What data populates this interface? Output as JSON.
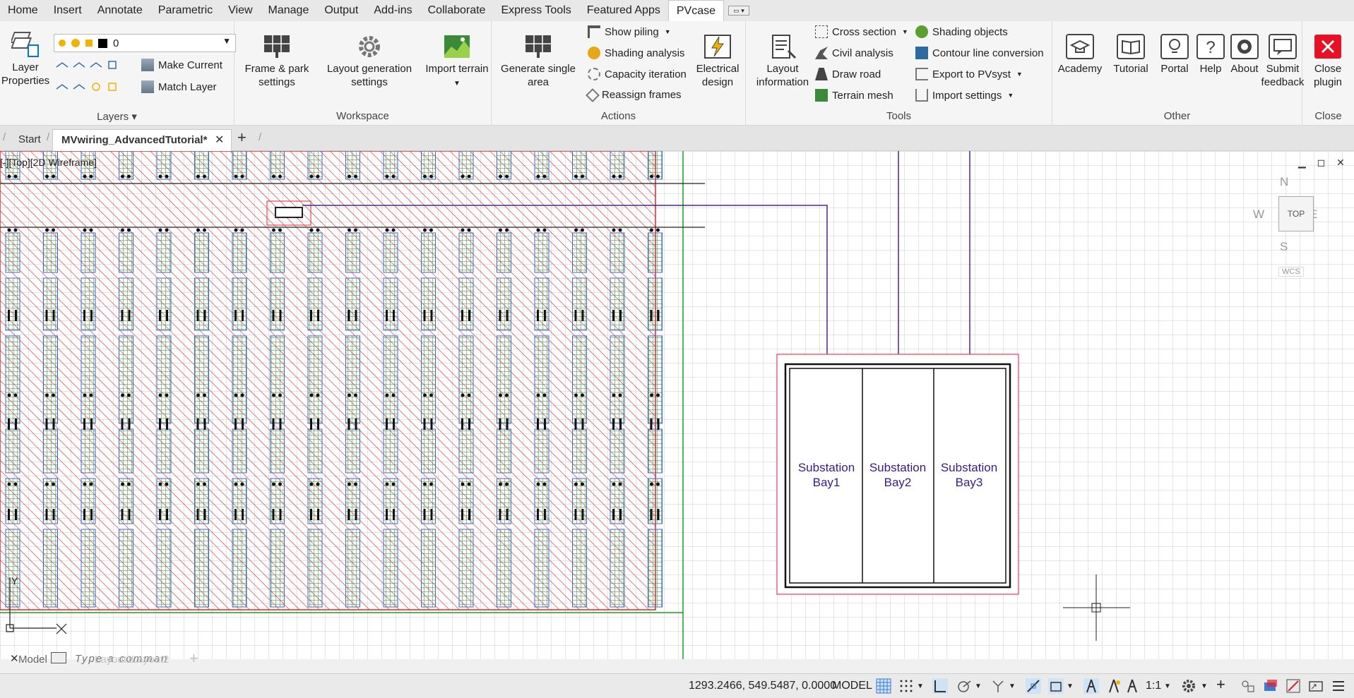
{
  "menu": [
    "Home",
    "Insert",
    "Annotate",
    "Parametric",
    "View",
    "Manage",
    "Output",
    "Add-ins",
    "Collaborate",
    "Express Tools",
    "Featured Apps",
    "PVcase"
  ],
  "menu_active": "PVcase",
  "ribbon": {
    "layers": {
      "title": "Layers",
      "layer_properties": "Layer\nProperties",
      "layer_value": "0",
      "make_current": "Make Current",
      "match_layer": "Match Layer"
    },
    "workspace": {
      "title": "Workspace",
      "frame_park": "Frame & park\nsettings",
      "layout_gen": "Layout generation\nsettings",
      "import_terrain": "Import terrain"
    },
    "actions": {
      "title": "Actions",
      "generate_single": "Generate single\narea",
      "show_piling": "Show piling",
      "shading_analysis": "Shading analysis",
      "capacity_iteration": "Capacity iteration",
      "reassign_frames": "Reassign frames",
      "electrical_design": "Electrical\ndesign"
    },
    "tools": {
      "title": "Tools",
      "layout_information": "Layout\ninformation",
      "cross_section": "Cross section",
      "civil_analysis": "Civil analysis",
      "draw_road": "Draw road",
      "terrain_mesh": "Terrain mesh",
      "shading_objects": "Shading objects",
      "contour_line": "Contour line conversion",
      "export_pvsyst": "Export to PVsyst",
      "import_settings": "Import settings"
    },
    "other": {
      "title": "Other",
      "academy": "Academy",
      "tutorial": "Tutorial",
      "portal": "Portal",
      "help": "Help",
      "about": "About",
      "submit_feedback": "Submit\nfeedback"
    },
    "close": {
      "title": "Close",
      "close_plugin": "Close\nplugin"
    }
  },
  "tabs": {
    "start": "Start",
    "active": "MVwiring_AdvancedTutorial*"
  },
  "viewport": {
    "label": "[-][Top][2D Wireframe]",
    "compass": {
      "n": "N",
      "s": "S",
      "e": "E",
      "w": "W",
      "top": "TOP",
      "wcs": "WCS"
    }
  },
  "substation": {
    "bays": [
      {
        "line1": "Substation",
        "line2": "Bay1"
      },
      {
        "line1": "Substation",
        "line2": "Bay2"
      },
      {
        "line1": "Substation",
        "line2": "Bay3"
      }
    ]
  },
  "command": {
    "placeholder": "Type a command",
    "model_tab": "Model",
    "layout1": "Layout1",
    "layout2": "Layout2"
  },
  "status": {
    "coords": "1293.2466, 549.5487, 0.0000",
    "model": "MODEL",
    "scale": "1:1"
  },
  "colors": {
    "accent": "#0078d7",
    "close": "#e81123",
    "hatch": "#e8202a",
    "purple": "#5a2a9a"
  }
}
